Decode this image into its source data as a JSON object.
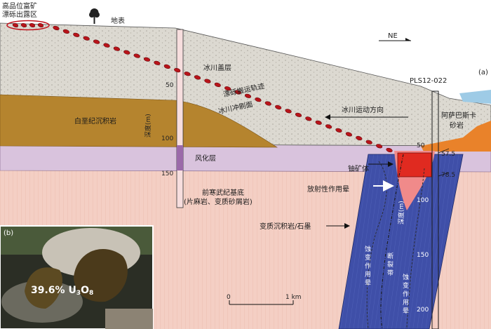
{
  "labels": {
    "outcrop": [
      "高品位富矿",
      "漂砾出露区"
    ],
    "surface": "地表",
    "north": "NE",
    "panel_a": "(a)",
    "panel_b": "(b)",
    "glacial_cover": "冰川盖层",
    "boulder_trail": "漂砾搬运轨迹",
    "glacial_erosion": "冰川冲刷面",
    "glacier_direction": "冰川运动方向",
    "cretaceous": "白垩纪沉积岩",
    "weathered_layer": "风化层",
    "basement": [
      "前寒武纪基底",
      "(片麻岩、变质砂屑岩)"
    ],
    "ore_body": "铀矿体",
    "radioactive_zone": "放射性作用晕",
    "meta_graphite": "变质沉积岩/石墨",
    "alteration_halo_left": [
      "蚀",
      "变",
      "作",
      "用",
      "晕"
    ],
    "fault_zone": [
      "断",
      "裂",
      "带"
    ],
    "alteration_halo_right": [
      "蚀",
      "变",
      "作",
      "用",
      "晕"
    ],
    "athabasca": [
      "阿萨巴斯卡",
      "砂岩"
    ],
    "drillhole": "PLS12-022",
    "depth_label": "深度(m)",
    "depth_left_ticks": [
      "50",
      "100",
      "150"
    ],
    "depth_right_ticks": [
      "50",
      "100",
      "150",
      "200"
    ],
    "intercept_top": "57.5",
    "intercept_bottom": "78.5",
    "scale_zero": "0",
    "scale_km": "1 km",
    "photo_grade": "39.6% U",
    "photo_sub3": "3",
    "photo_o": "O",
    "photo_sub8": "8"
  },
  "colors": {
    "glacial_cover": "#dcd9d1",
    "cretaceous": "#b5842e",
    "weathered": "#d9c3dd",
    "basement": "#f4cfc4",
    "graphite_zone": "#3f4fa8",
    "ore": "#e02a20",
    "radioactive_halo": "#f08a8a",
    "athabasca": "#e9822a",
    "boulder": "#b8141a",
    "water": "#9ecbe6"
  }
}
